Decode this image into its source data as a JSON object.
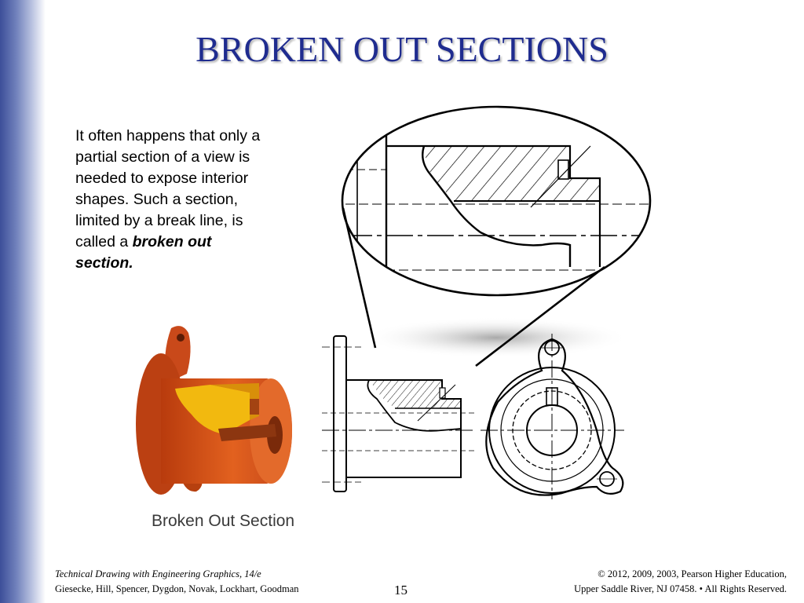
{
  "slide": {
    "title": "BROKEN OUT SECTIONS",
    "body_text_before": "It often happens that only a partial section of a view is needed to expose interior shapes. Such a section, limited by a break line, is called a ",
    "body_text_emphasis": "broken out section.",
    "figure_caption": "Broken Out Section",
    "page_number": "15"
  },
  "footer": {
    "left_line1": "Technical Drawing with Engineering Graphics, 14/e",
    "left_line2": "Giesecke, Hill, Spencer, Dygdon, Novak, Lockhart, Goodman",
    "right_line1": "© 2012, 2009, 2003, Pearson Higher Education,",
    "right_line2": "Upper Saddle River, NJ 07458. • All Rights Reserved."
  },
  "colors": {
    "title": "#1f2c8f",
    "accent_bar": "#3c4e99",
    "part_orange": "#cf4a17",
    "cut_face_yellow": "#f2b90f"
  }
}
